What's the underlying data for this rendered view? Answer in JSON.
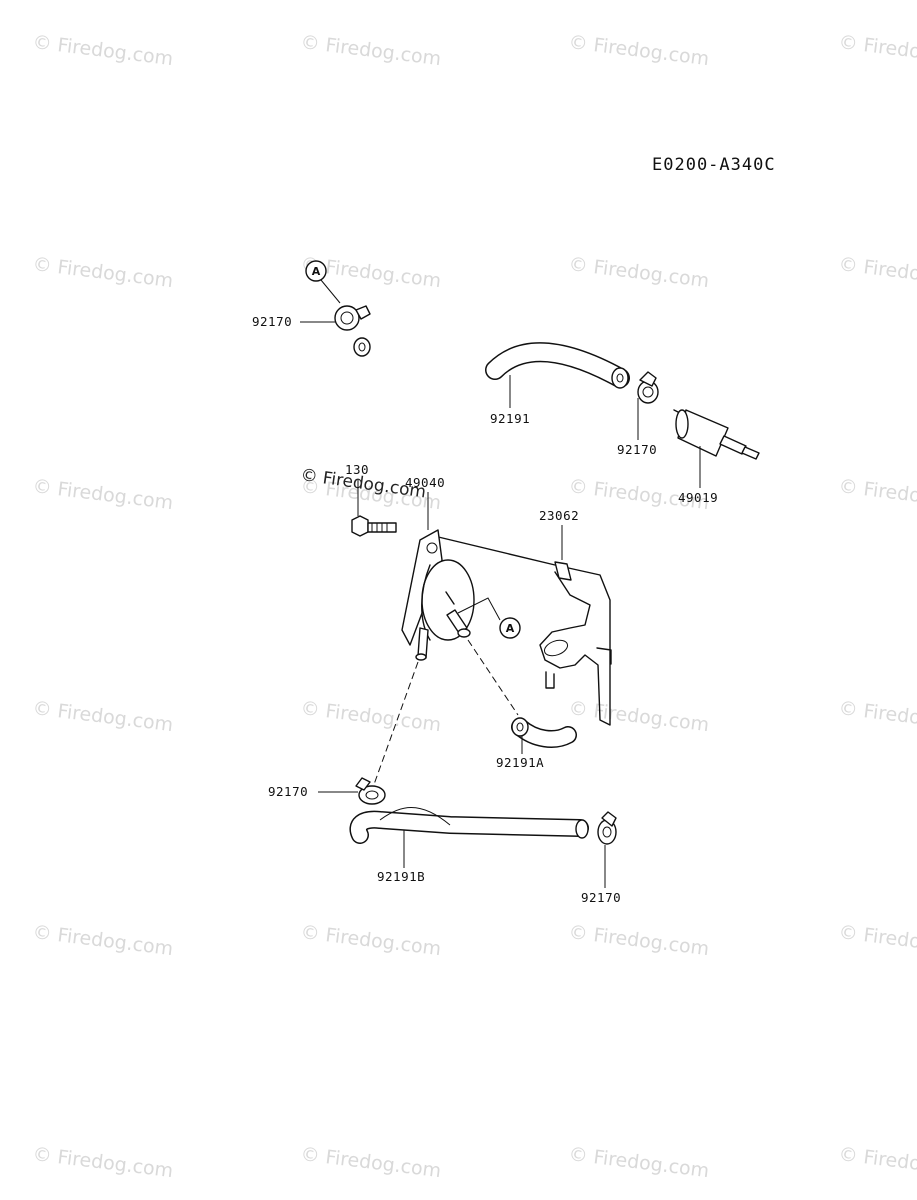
{
  "diagram": {
    "code": "E0200-A340C",
    "stamp": "© Firedog.com",
    "watermark": "© Firedog.com",
    "ref_marks": [
      "A",
      "A"
    ],
    "parts": [
      {
        "label": "92170"
      },
      {
        "label": "92191"
      },
      {
        "label": "92170"
      },
      {
        "label": "49019"
      },
      {
        "label": "130"
      },
      {
        "label": "49040"
      },
      {
        "label": "23062"
      },
      {
        "label": "92191A"
      },
      {
        "label": "92170"
      },
      {
        "label": "92191B"
      },
      {
        "label": "92170"
      }
    ]
  }
}
